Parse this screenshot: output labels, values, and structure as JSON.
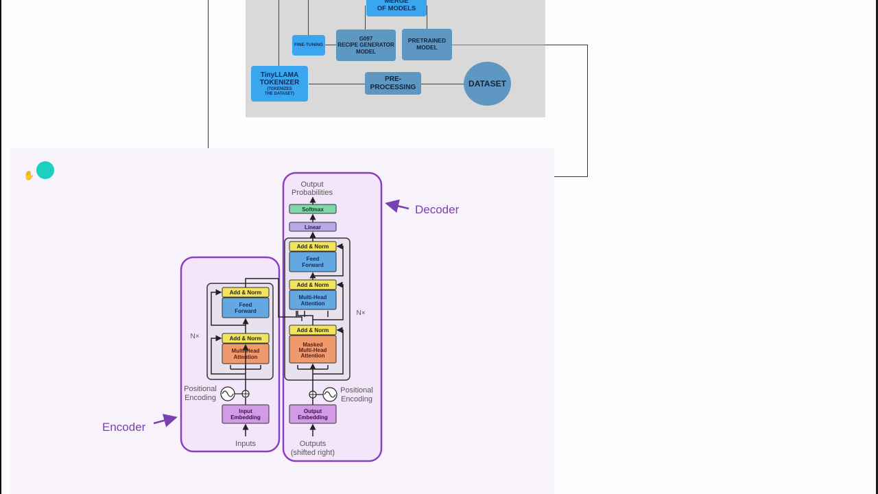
{
  "top_flow": {
    "merge_box": {
      "line1": "MERGE",
      "line2": "OF MODELS"
    },
    "fine_tuning": "FINE-TUNING",
    "recipe_model": {
      "line1": "G097",
      "line2": "RECIPE GENERATOR",
      "line3": "MODEL"
    },
    "pretrained_model": {
      "line1": "PRETRAINED",
      "line2": "MODEL"
    },
    "tokenizer": {
      "line1": "TinyLLAMA",
      "line2": "TOKENIZER",
      "line3": "(TOKENIZES",
      "line4": "THE DATASET)"
    },
    "preprocessing": {
      "line1": "PRE-",
      "line2": "PROCESSING"
    },
    "dataset": "DATASET",
    "colors": {
      "panel": "#d9d9d9",
      "bright_box": "#3aa6f0",
      "steel_box": "#5f97c3"
    }
  },
  "transformer": {
    "encoder_label": "Encoder",
    "decoder_label": "Decoder",
    "output_probabilities": {
      "line1": "Output",
      "line2": "Probabilities"
    },
    "softmax": "Softmax",
    "linear": "Linear",
    "add_norm": "Add & Norm",
    "feed_forward": {
      "line1": "Feed",
      "line2": "Forward"
    },
    "multi_head_attention": {
      "line1": "Multi-Head",
      "line2": "Attention"
    },
    "masked_multi_head_attention": {
      "line1": "Masked",
      "line2": "Multi-Head",
      "line3": "Attention"
    },
    "input_embedding": {
      "line1": "Input",
      "line2": "Embedding"
    },
    "output_embedding": {
      "line1": "Output",
      "line2": "Embedding"
    },
    "positional_encoding": {
      "line1": "Positional",
      "line2": "Encoding"
    },
    "nx": "N×",
    "inputs": "Inputs",
    "outputs": {
      "line1": "Outputs",
      "line2": "(shifted right)"
    },
    "colors": {
      "panel_bg": "#f8f3fb",
      "frame": "#8a3fbf",
      "label": "#7a3fb0",
      "softmax": "#7fd6a8",
      "linear": "#b9a8e6",
      "add_norm": "#f2e45c",
      "feed_forward": "#63a8e3",
      "attention_encoder": "#ee9a6d",
      "embedding": "#d39ae6"
    }
  }
}
